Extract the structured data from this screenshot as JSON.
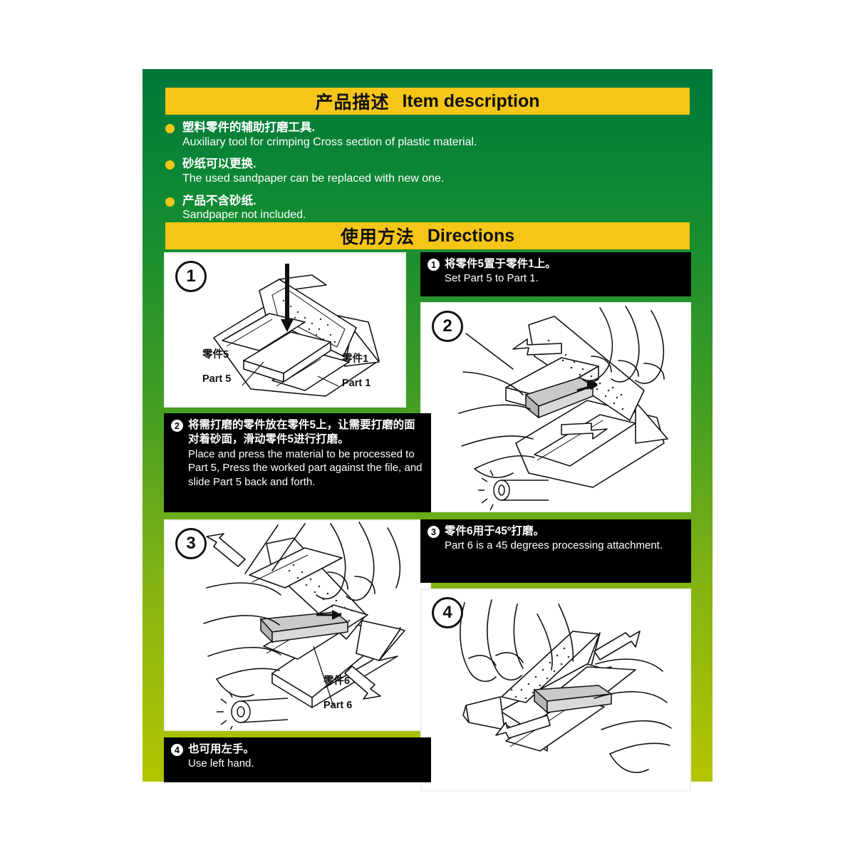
{
  "sections": {
    "description": {
      "title_cn": "产品描述",
      "title_en": "Item description",
      "bullets": [
        {
          "cn": "塑料零件的辅助打磨工具.",
          "en": "Auxiliary tool for crimping Cross section of plastic material."
        },
        {
          "cn": "砂纸可以更换.",
          "en": "The used sandpaper can be replaced with new one."
        },
        {
          "cn": "产品不含砂纸.",
          "en": "Sandpaper not included."
        }
      ]
    },
    "directions": {
      "title_cn": "使用方法",
      "title_en": "Directions",
      "steps": [
        {
          "num": "1",
          "cn": "将零件5置于零件1上。",
          "en": "Set Part 5 to Part 1."
        },
        {
          "num": "2",
          "cn": "将需打磨的零件放在零件5上，让需要打磨的面对着砂面，滑动零件5进行打磨。",
          "en": "Place and press the material to be processed to Part 5, Press the worked part against the file, and slide Part 5 back and forth."
        },
        {
          "num": "3",
          "cn": "零件6用于45º打磨。",
          "en": "Part 6 is a 45 degrees processing attachment."
        },
        {
          "num": "4",
          "cn": "也可用左手。",
          "en": "Use left hand."
        }
      ]
    }
  },
  "panels": [
    {
      "num": "1",
      "labels": [
        {
          "cn": "零件5",
          "en": "Part 5"
        },
        {
          "cn": "零件1",
          "en": "Part 1"
        }
      ]
    },
    {
      "num": "2",
      "labels": []
    },
    {
      "num": "3",
      "labels": [
        {
          "cn": "零件6",
          "en": "Part 6"
        }
      ]
    },
    {
      "num": "4",
      "labels": []
    }
  ],
  "colors": {
    "header_yellow": "#f5c518",
    "green_top": "#00773a",
    "green_bottom": "#b4c400",
    "caption_bg": "#000000",
    "bullet": "#f5c518"
  }
}
